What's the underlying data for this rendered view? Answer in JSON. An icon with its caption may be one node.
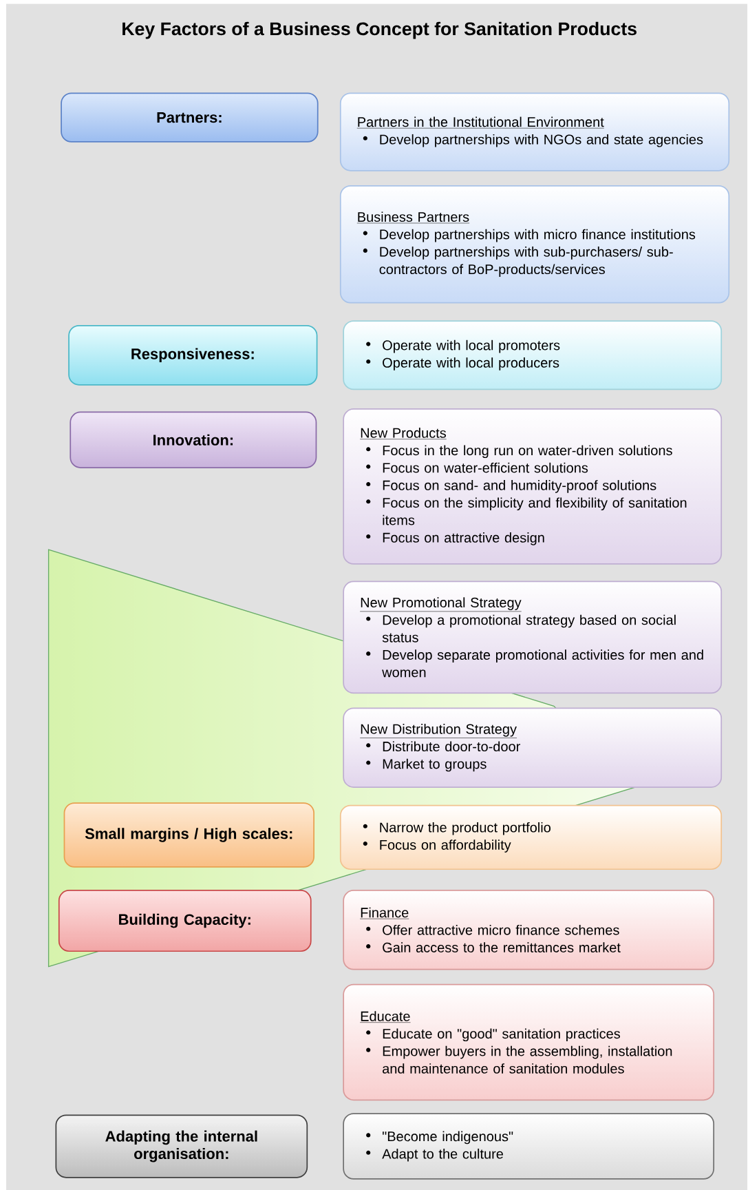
{
  "diagram": {
    "title": "Key Factors of a Business Concept for Sanitation Products",
    "nodes": [
      {
        "text": [
          "Partners:"
        ]
      },
      {
        "text": [
          "Partners in the Institutional Environment",
          "Develop partnerships with NGOs and state agencies"
        ]
      },
      {
        "text": [
          "Business Partners",
          "Develop partnerships with micro finance institutions",
          "Develop partnerships with sub-purchasers/ sub-contractors of BoP-products/services"
        ]
      },
      {
        "text": [
          "Responsiveness:"
        ]
      },
      {
        "text": [
          "Operate with local promoters",
          "Operate with local producers"
        ]
      },
      {
        "text": [
          "Innovation:"
        ]
      },
      {
        "text": [
          "New Products",
          "Focus in the long run on water-driven solutions",
          "Focus on water-efficient solutions",
          "Focus on sand- and humidity-proof solutions",
          "Focus on the simplicity and flexibility of sanitation items",
          "Focus on attractive design"
        ]
      },
      {
        "text": [
          "New Promotional Strategy",
          "Develop a promotional strategy based on social status",
          "Develop separate promotional activities for men and women"
        ]
      },
      {
        "text": [
          "New Distribution Strategy",
          "Distribute door-to-door",
          "Market to groups"
        ]
      },
      {
        "text": [
          "Small margins / High scales:"
        ]
      },
      {
        "text": [
          "Narrow the product portfolio",
          "Focus on affordability"
        ]
      },
      {
        "text": [
          "Building Capacity:"
        ]
      },
      {
        "text": [
          "Finance",
          "Offer attractive micro finance schemes",
          "Gain access to the remittances market"
        ]
      },
      {
        "text": [
          "Educate",
          "Educate on \"good\" sanitation practices",
          "Empower buyers in the assembling, installation and maintenance of sanitation modules"
        ]
      },
      {
        "text": [
          "Adapting the internal organisation:"
        ]
      },
      {
        "text": [
          "\"Become indigenous\"",
          "Adapt to the culture"
        ]
      }
    ]
  }
}
